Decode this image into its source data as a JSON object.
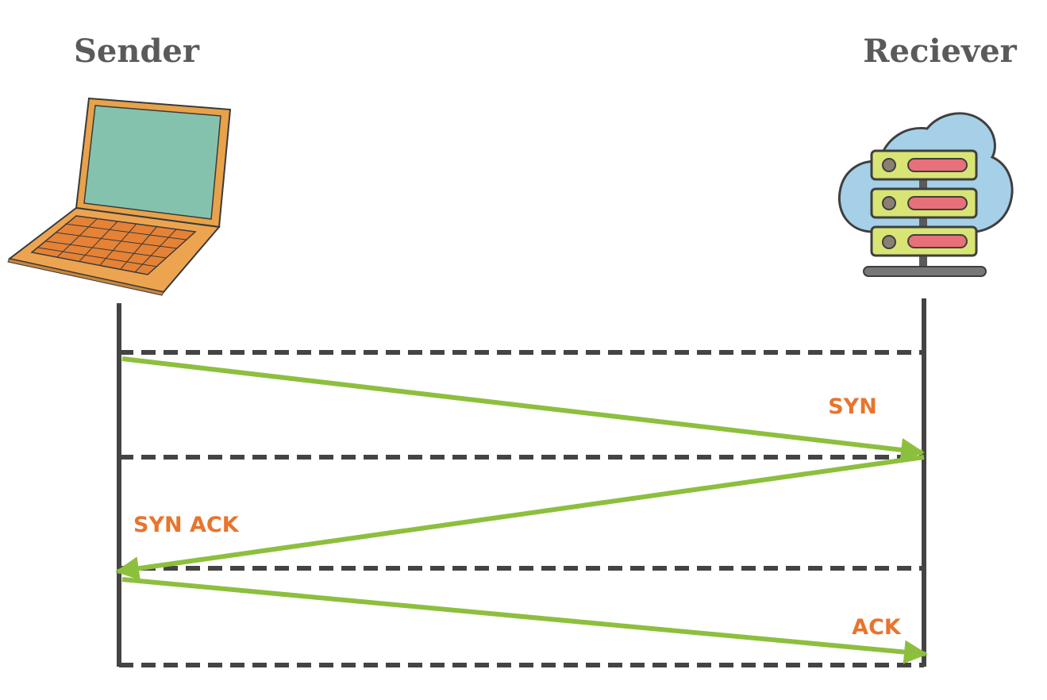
{
  "actors": {
    "sender": {
      "title": "Sender",
      "icon": "laptop-icon"
    },
    "receiver": {
      "title": "Reciever",
      "icon": "cloud-server-icon"
    }
  },
  "messages": [
    {
      "label": "SYN",
      "from": "sender",
      "to": "receiver"
    },
    {
      "label": "SYN ACK",
      "from": "receiver",
      "to": "sender"
    },
    {
      "label": "ACK",
      "from": "sender",
      "to": "receiver"
    }
  ],
  "colors": {
    "arrow": "#8dbf3e",
    "label": "#e8742e",
    "lifeline": "#444444",
    "title": "#5a5a5a"
  }
}
